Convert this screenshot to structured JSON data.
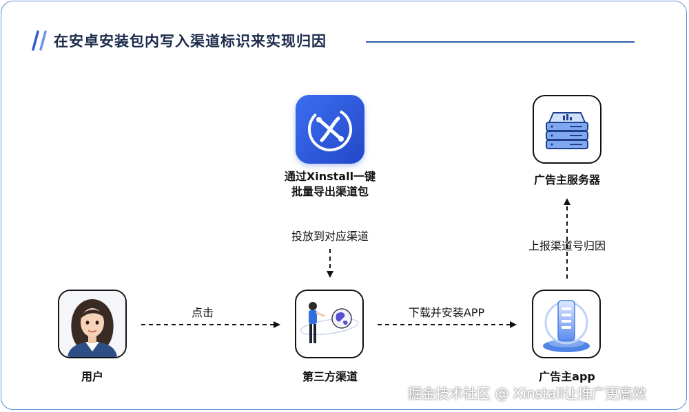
{
  "title": "在安卓安装包内写入渠道标识来实现归因",
  "nodes": {
    "xinstall": {
      "label_line1": "通过Xinstall一键",
      "label_line2": "批量导出渠道包",
      "icon": "xinstall-logo-icon"
    },
    "server": {
      "label": "广告主服务器",
      "icon": "server-icon"
    },
    "user": {
      "label": "用户",
      "icon": "user-avatar-icon"
    },
    "channel": {
      "label": "第三方渠道",
      "icon": "channel-globe-icon"
    },
    "app": {
      "label": "广告主app",
      "icon": "app-phone-icon"
    }
  },
  "edges": {
    "xinstall_to_channel": "投放到对应渠道",
    "app_to_server": "上报渠道号归因",
    "user_to_channel": "点击",
    "channel_to_app": "下载并安装APP"
  },
  "watermark": "掘金技术社区 @ Xinstall让推广更高效",
  "colors": {
    "accent": "#2b5fd9",
    "frame": "#5a8fd8",
    "title": "#1b2a4a"
  }
}
